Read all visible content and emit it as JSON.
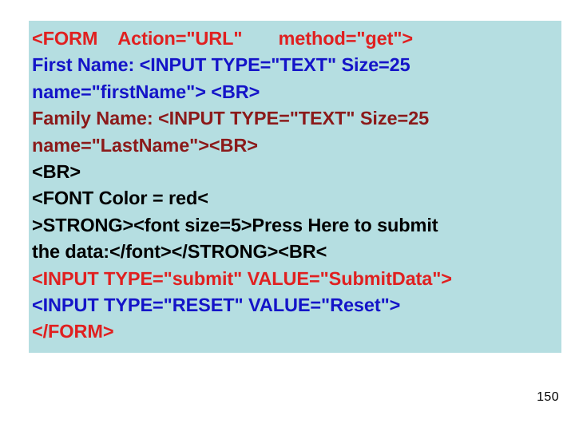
{
  "slide": {
    "background_color": "#ffffff",
    "page_number": "150"
  },
  "code_box": {
    "background_color": "#b5dee1",
    "palette": {
      "red": "#e02020",
      "blue": "#1414c8",
      "dark_red": "#8b1a1a",
      "black": "#000000"
    },
    "lines": [
      {
        "text": "<FORM    Action=\"URL\"       method=\"get\">",
        "color": "red"
      },
      {
        "text": "First Name: <INPUT TYPE=\"TEXT\" Size=25",
        "color": "blue"
      },
      {
        "text": "name=\"firstName\"> <BR>",
        "color": "blue"
      },
      {
        "text": "Family Name: <INPUT TYPE=\"TEXT\" Size=25",
        "color": "dark_red"
      },
      {
        "text": "name=\"LastName\"><BR>",
        "color": "dark_red"
      },
      {
        "text": "<BR>",
        "color": "black"
      },
      {
        "text": "<FONT Color = red<",
        "color": "black"
      },
      {
        "text": ">STRONG><font size=5>Press Here to submit",
        "color": "black"
      },
      {
        "text": "the data:</font></STRONG><BR<",
        "color": "black"
      },
      {
        "text": "<INPUT TYPE=\"submit\" VALUE=\"SubmitData\">",
        "color": "red"
      },
      {
        "text": "<INPUT TYPE=\"RESET\" VALUE=\"Reset\">",
        "color": "blue"
      },
      {
        "text": "</FORM>",
        "color": "red"
      }
    ]
  }
}
